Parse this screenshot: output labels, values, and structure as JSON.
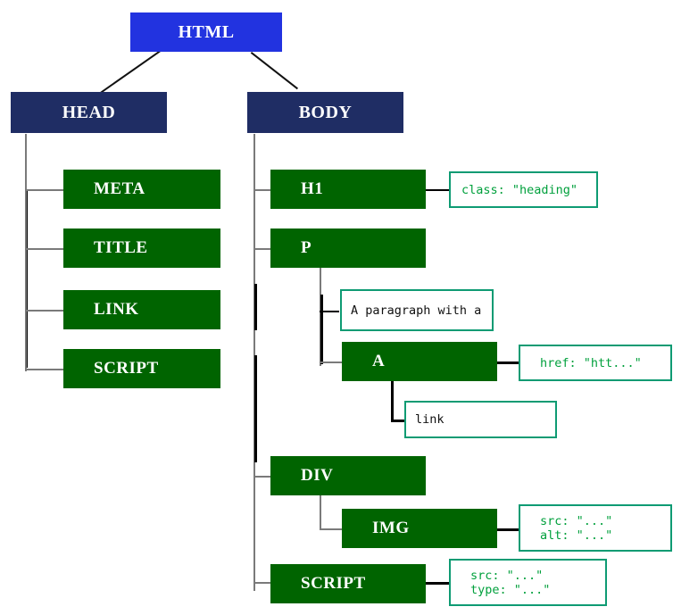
{
  "diagram": {
    "title": "HTML DOM tree diagram",
    "colors": {
      "root_box": "#2233E0",
      "section_box": "#1F2D64",
      "element_box": "#006400",
      "attr_border": "#0E9B73",
      "attr_text": "#00A03C",
      "text_node_text": "#111111",
      "connector_gray": "#7A7A7A",
      "connector_black": "#000000",
      "background": "#FFFFFF"
    },
    "nodes": {
      "root": {
        "label": "HTML",
        "kind": "root-element"
      },
      "head": {
        "label": "HEAD",
        "kind": "section-element"
      },
      "body": {
        "label": "BODY",
        "kind": "section-element"
      },
      "meta": {
        "label": "META",
        "kind": "element"
      },
      "title": {
        "label": "TITLE",
        "kind": "element"
      },
      "link": {
        "label": "LINK",
        "kind": "element"
      },
      "head_script": {
        "label": "SCRIPT",
        "kind": "element"
      },
      "h1": {
        "label": "H1",
        "kind": "element"
      },
      "p": {
        "label": "P",
        "kind": "element"
      },
      "a": {
        "label": "A",
        "kind": "element"
      },
      "div": {
        "label": "DIV",
        "kind": "element"
      },
      "img": {
        "label": "IMG",
        "kind": "element"
      },
      "body_script": {
        "label": "SCRIPT",
        "kind": "element"
      }
    },
    "attributes": {
      "h1_class": "class: \"heading\"",
      "a_href": "href: \"htt...\"",
      "img_attrs_line1": "src: \"...\"",
      "img_attrs_line2": "alt: \"...\"",
      "script_attrs_line1": "src: \"...\"",
      "script_attrs_line2": "type: \"...\""
    },
    "text_nodes": {
      "p_text": "A paragraph with a",
      "a_text": "link"
    }
  }
}
